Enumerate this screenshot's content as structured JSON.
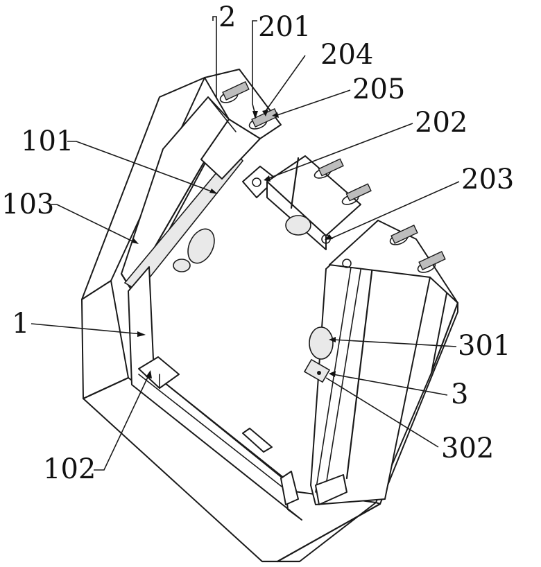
{
  "labels": {
    "l2": "2",
    "l201": "201",
    "l204": "204",
    "l205": "205",
    "l202": "202",
    "l101": "101",
    "l203": "203",
    "l103": "103",
    "l1": "1",
    "l301": "301",
    "l3": "3",
    "l302": "302",
    "l102": "102"
  }
}
